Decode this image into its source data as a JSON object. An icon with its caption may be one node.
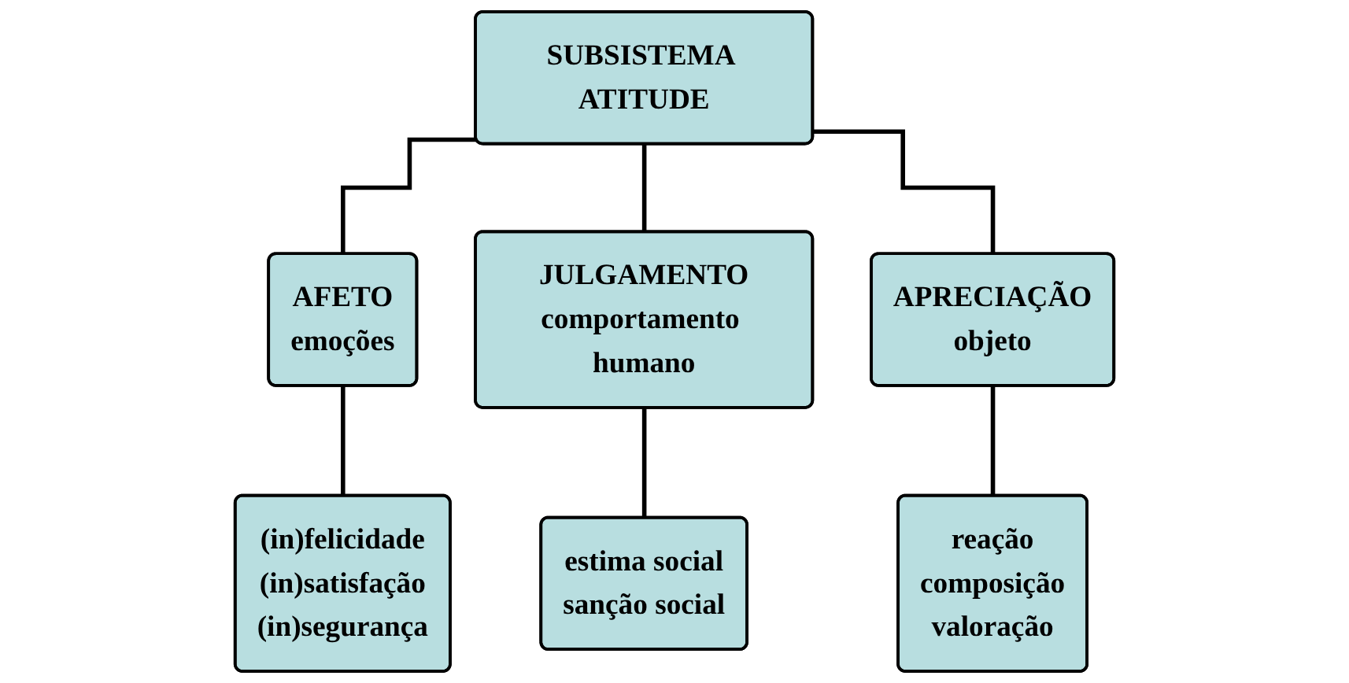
{
  "diagram": {
    "nodes": [
      {
        "text": [
          "SUBSISTEMA ATITUDE"
        ]
      },
      {
        "text": [
          "AFETO",
          "emoções"
        ]
      },
      {
        "text": [
          "JULGAMENTO",
          "comportamento humano"
        ]
      },
      {
        "text": [
          "APRECIAÇÃO",
          "objeto"
        ]
      },
      {
        "text": [
          "(in)felicidade",
          "(in)satisfação",
          "(in)segurança"
        ]
      },
      {
        "text": [
          "estima social",
          "sanção social"
        ]
      },
      {
        "text": [
          "reação",
          "composição",
          "valoração"
        ]
      }
    ],
    "edges": [
      {
        "from": 0,
        "to": 1,
        "arrow": "none"
      },
      {
        "from": 0,
        "to": 2,
        "arrow": "none"
      },
      {
        "from": 0,
        "to": 3,
        "arrow": "none"
      },
      {
        "from": 1,
        "to": 4,
        "arrow": "none"
      },
      {
        "from": 2,
        "to": 5,
        "arrow": "none"
      },
      {
        "from": 3,
        "to": 6,
        "arrow": "none"
      }
    ]
  }
}
